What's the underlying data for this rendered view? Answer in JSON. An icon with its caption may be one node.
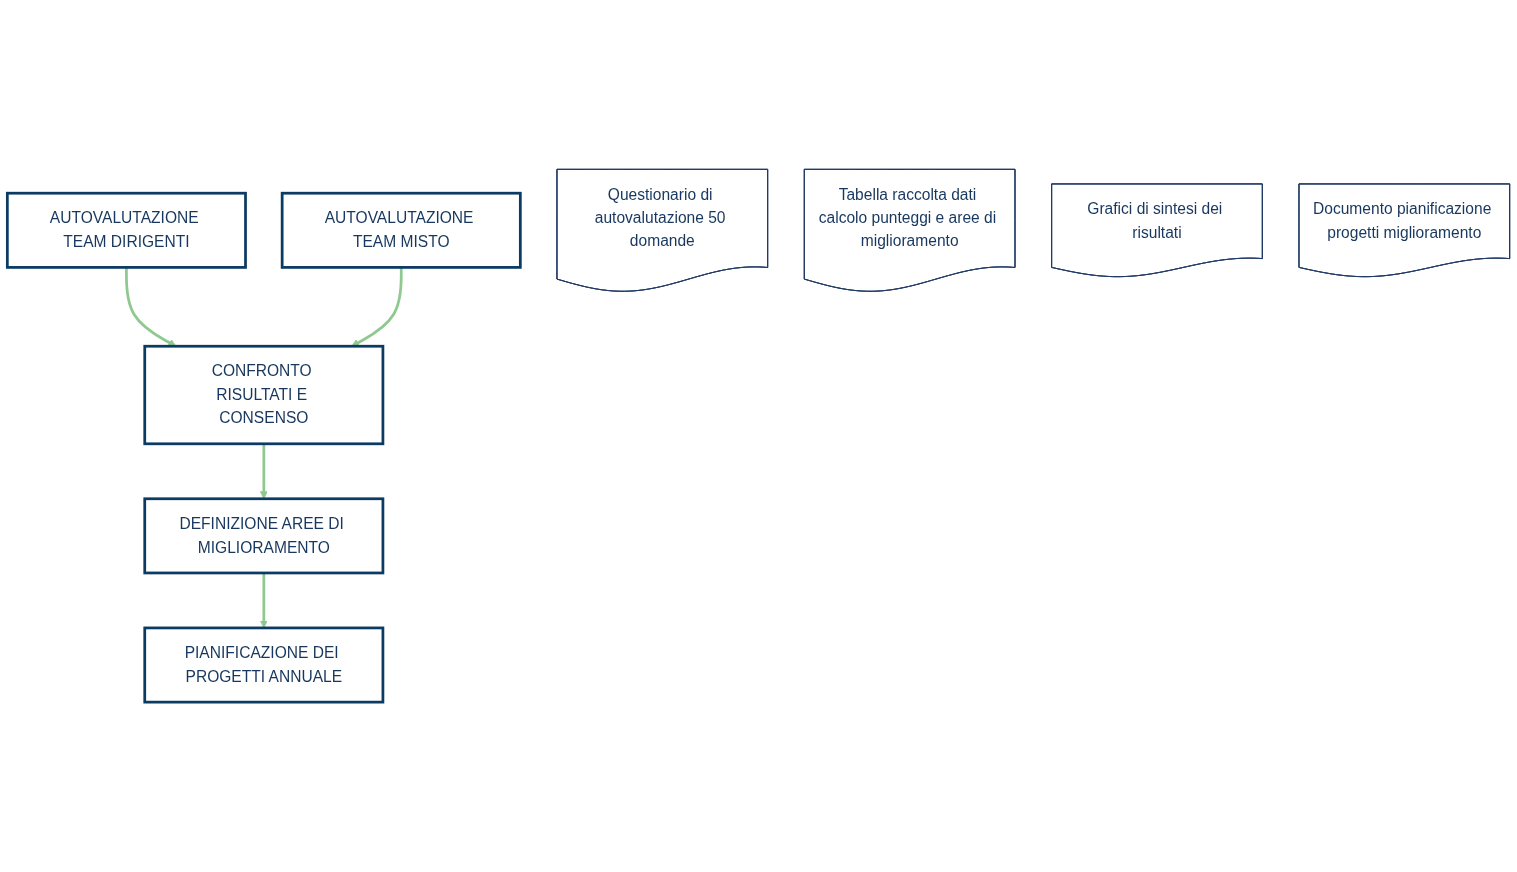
{
  "diagram": {
    "nodes": [
      {
        "text": [
          "AUTOVALUTAZIONE TEAM DIRIGENTI"
        ]
      },
      {
        "text": [
          "AUTOVALUTAZIONE TEAM MISTO"
        ]
      },
      {
        "text": [
          "CONFRONTO RISULTATI E CONSENSO"
        ]
      },
      {
        "text": [
          "DEFINIZIONE AREE DI MIGLIORAMENTO"
        ]
      },
      {
        "text": [
          "PIANIFICAZIONE DEI PROGETTI ANNUALE"
        ]
      },
      {
        "text": [
          "Questionario di autovalutazione 50 domande"
        ]
      },
      {
        "text": [
          "Tabella raccolta dati calcolo punteggi e aree di miglioramento"
        ]
      },
      {
        "text": [
          "Grafici di sintesi dei risultati"
        ]
      },
      {
        "text": [
          "Documento pianificazione progetti miglioramento"
        ]
      }
    ],
    "edges": [
      {
        "from": 0,
        "to": 2,
        "arrow": "to"
      },
      {
        "from": 1,
        "to": 2,
        "arrow": "to"
      },
      {
        "from": 2,
        "to": 3,
        "arrow": "to"
      },
      {
        "from": 3,
        "to": 4,
        "arrow": "to"
      }
    ]
  }
}
